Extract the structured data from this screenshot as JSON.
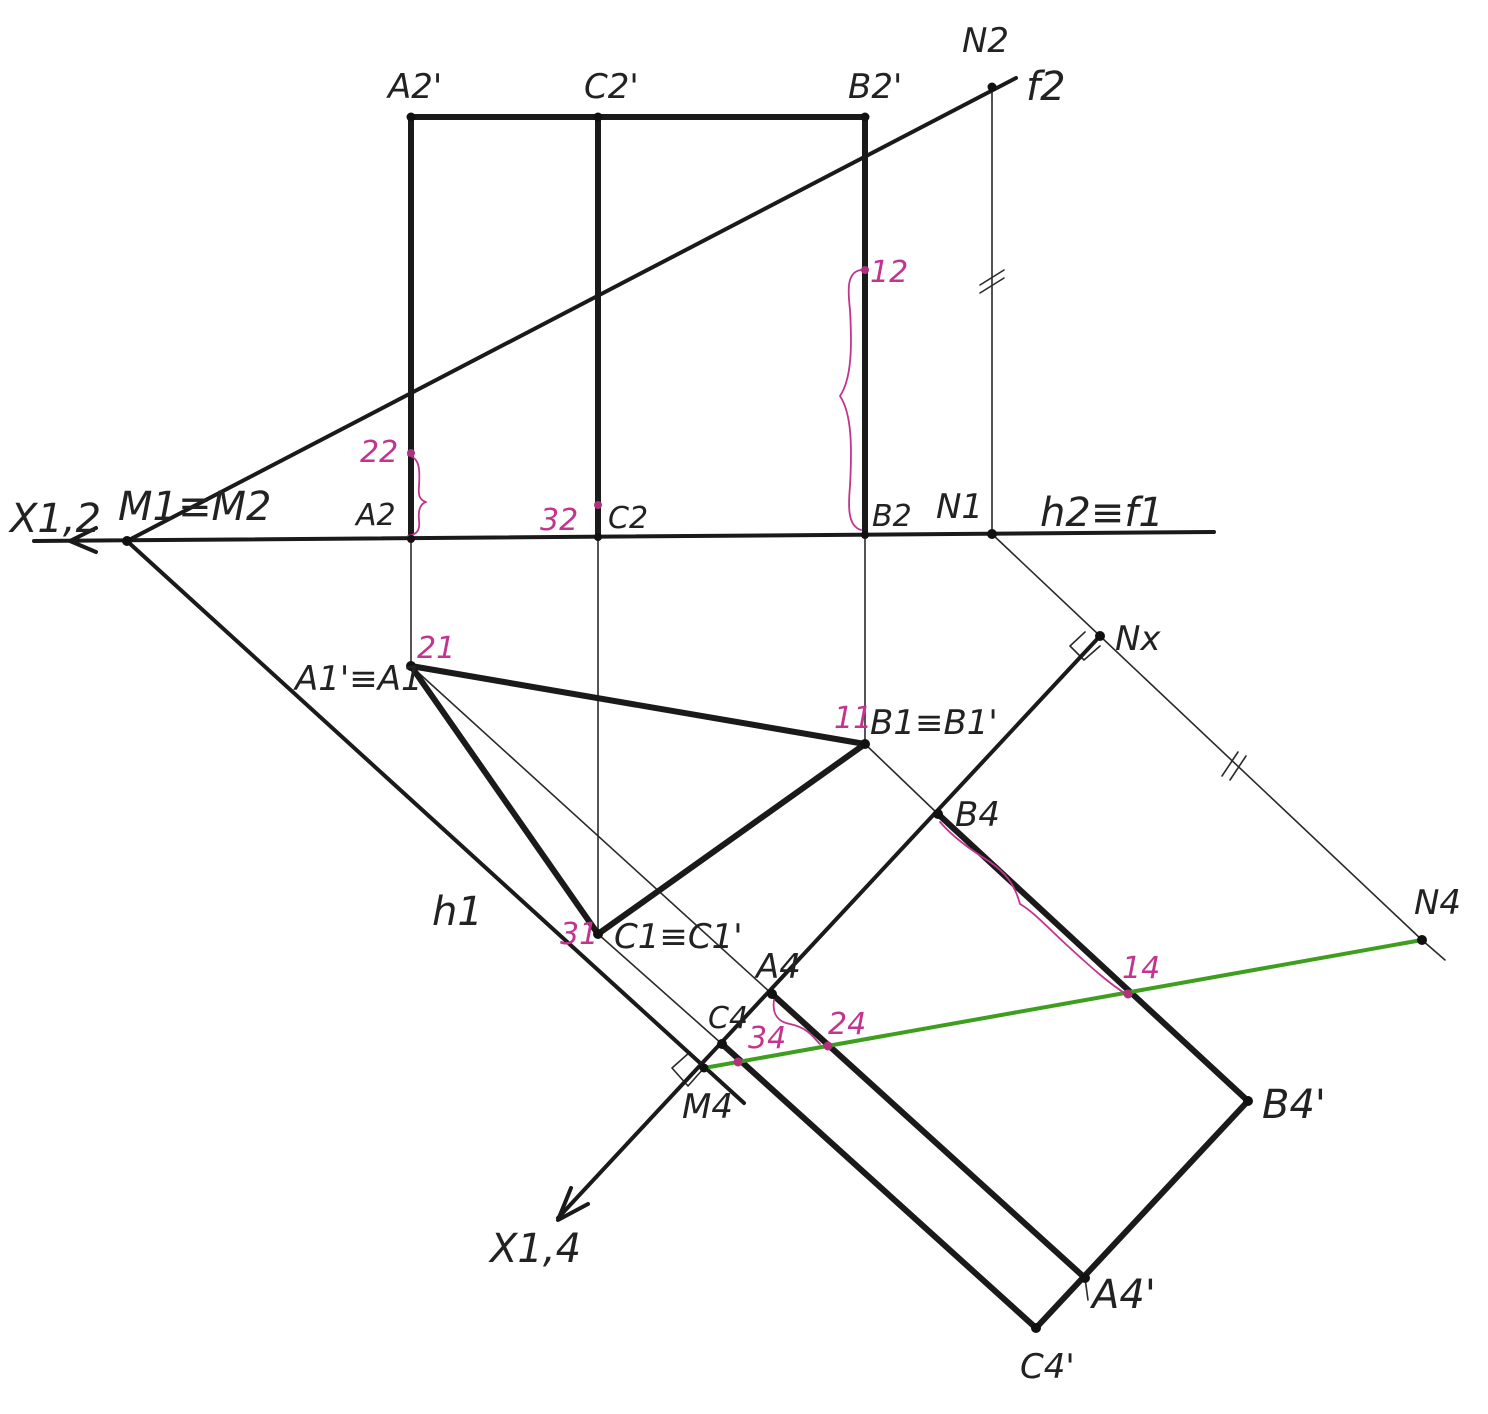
{
  "labels": {
    "a2p": "A2'",
    "c2p": "C2'",
    "b2p": "B2'",
    "n2": "N2",
    "f2": "f2",
    "x12": "X1,2",
    "m1m2": "M1≡M2",
    "a2": "A2",
    "c2": "C2",
    "b2": "B2",
    "n1": "N1",
    "h2f1": "h2≡f1",
    "a1": "A1'≡A1",
    "b1": "B1≡B1'",
    "c1": "C1≡C1'",
    "h1": "h1",
    "nx": "Nx",
    "b4": "B4",
    "n4": "N4",
    "a4": "A4",
    "c4": "C4",
    "m4": "M4",
    "b4p": "B4'",
    "a4p": "A4'",
    "c4p": "C4'",
    "x14": "X1,4"
  },
  "pink_labels": {
    "p12": "12",
    "p22": "22",
    "p32": "32",
    "p21": "21",
    "p11": "11",
    "p31": "31",
    "p14": "14",
    "p24": "24",
    "p34": "34"
  },
  "colors": {
    "ink": "#1a1a1a",
    "pink": "#c2358f",
    "green": "#3d9e1f"
  }
}
